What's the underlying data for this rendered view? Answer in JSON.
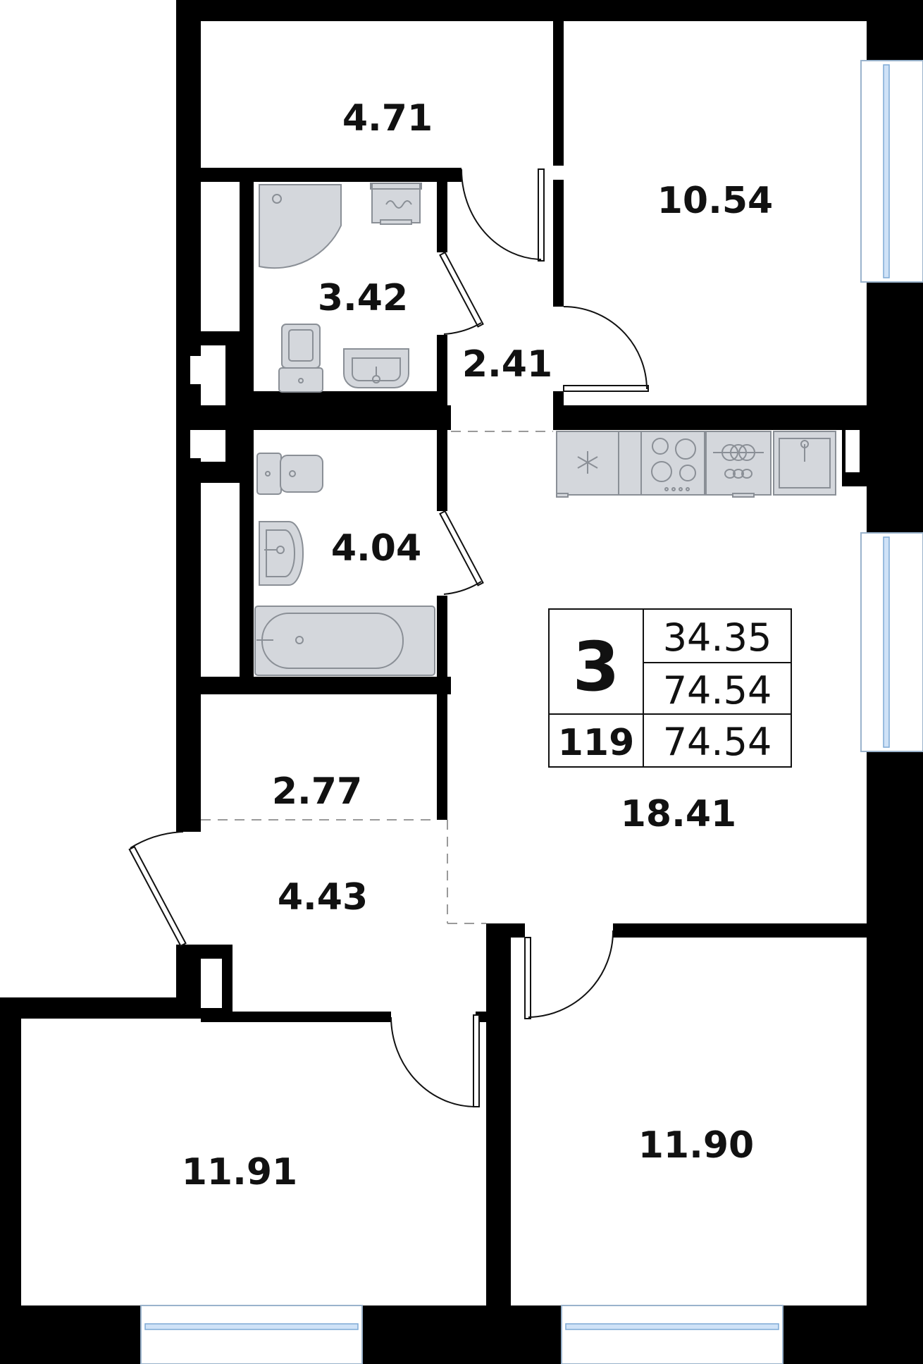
{
  "rooms": [
    {
      "key": "hall_top",
      "area": "4.71"
    },
    {
      "key": "bedroom_ne",
      "area": "10.54"
    },
    {
      "key": "bath_1",
      "area": "3.42"
    },
    {
      "key": "corridor",
      "area": "2.41"
    },
    {
      "key": "bath_2",
      "area": "4.04"
    },
    {
      "key": "living_kitchen",
      "area": "18.41"
    },
    {
      "key": "closet",
      "area": "2.77"
    },
    {
      "key": "entry_hall",
      "area": "4.43"
    },
    {
      "key": "bedroom_sw",
      "area": "11.91"
    },
    {
      "key": "bedroom_se",
      "area": "11.90"
    }
  ],
  "info": {
    "rooms_count": "3",
    "apartment_number": "119",
    "living_area": "34.35",
    "total_area": "74.54",
    "total_area_2": "74.54"
  },
  "colors": {
    "wall": "#000000",
    "fixture_fill": "#d4d7dc",
    "fixture_stroke": "#8a8f96",
    "window_glass": "#cfe2f7"
  }
}
